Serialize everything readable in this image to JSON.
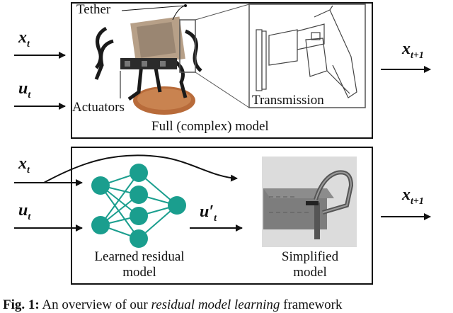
{
  "top_panel": {
    "input_x": "x",
    "input_x_sub": "t",
    "input_u": "u",
    "input_u_sub": "t",
    "output_x": "x",
    "output_x_sub": "t+1",
    "tether_label": "Tether",
    "actuators_label": "Actuators",
    "transmission_label": "Transmission",
    "model_caption": "Full (complex) model"
  },
  "bottom_panel": {
    "input_x": "x",
    "input_x_sub": "t",
    "input_u": "u",
    "input_u_sub": "t",
    "residual_u": "u′",
    "residual_u_sub": "t",
    "output_x": "x",
    "output_x_sub": "t+1",
    "learned_label_line1": "Learned residual",
    "learned_label_line2": "model",
    "simplified_label_line1": "Simplified",
    "simplified_label_line2": "model"
  },
  "caption": {
    "prefix": "Fig. 1:",
    "text_a": " An overview of our ",
    "text_italic": "residual model learning",
    "text_b": " framework"
  },
  "colors": {
    "neuron": "#1a9e8e",
    "frame": "#111111",
    "sim_gray": "#7d7d7d"
  }
}
